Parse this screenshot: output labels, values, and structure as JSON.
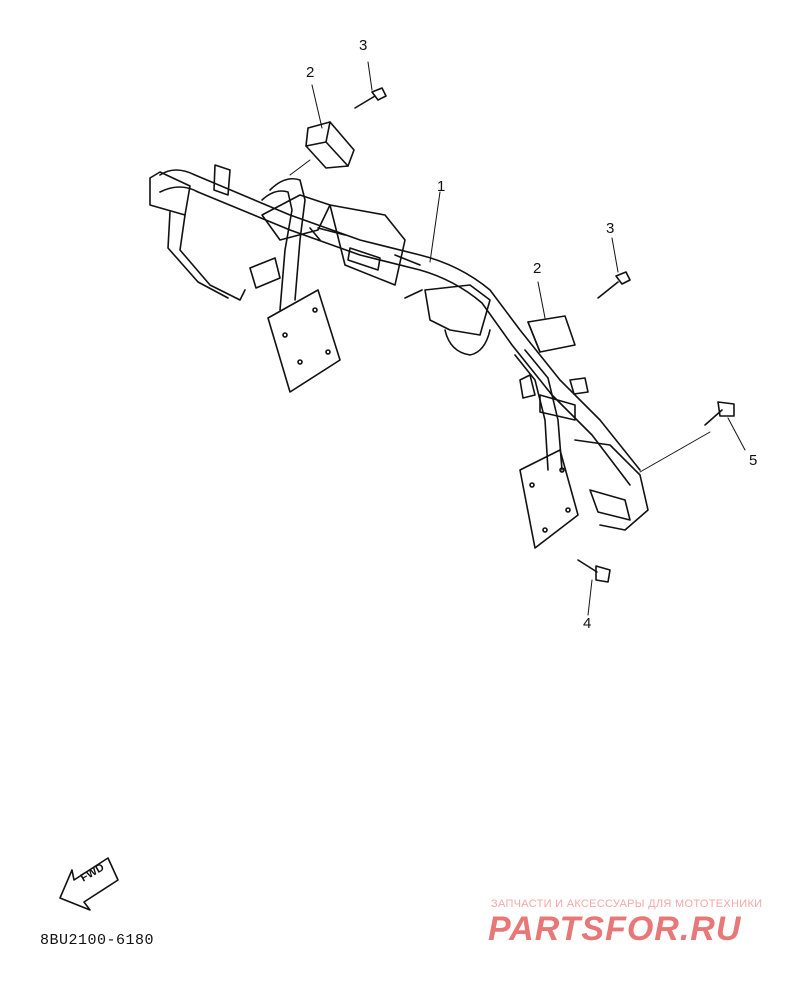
{
  "callouts": {
    "part_1": "1",
    "part_2a": "2",
    "part_2b": "2",
    "part_3a": "3",
    "part_3b": "3",
    "part_4": "4",
    "part_5": "5"
  },
  "direction_arrow": "FWD",
  "diagram_code": "8BU2100-6180",
  "watermark": {
    "tagline": "ЗАПЧАСТИ И АКСЕССУАРЫ ДЛЯ МОТОТЕХНИКИ",
    "logo": "PARTSFOR.RU"
  },
  "colors": {
    "line": "#111111",
    "watermark": "#e87878"
  }
}
